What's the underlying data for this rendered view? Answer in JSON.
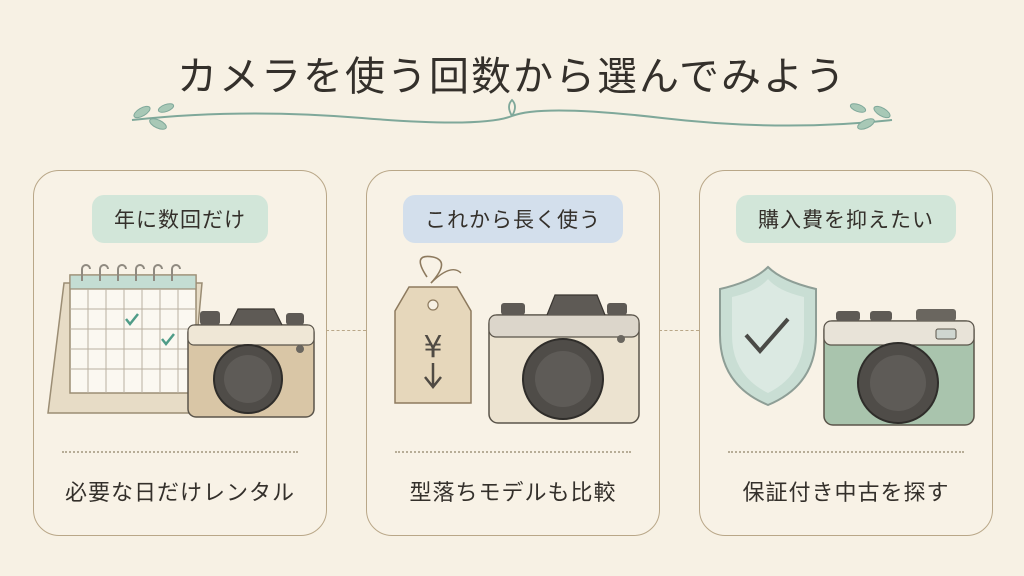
{
  "title": "カメラを使う回数から選んでみよう",
  "colors": {
    "background": "#f7f1e4",
    "border": "#b9a788",
    "tag_green": "#d2e6d9",
    "tag_blue": "#d3dfec",
    "camera_beige": "#d9c6a6",
    "camera_green": "#a9c4ad",
    "camera_cream": "#ece3d0"
  },
  "cards": [
    {
      "tag": "年に数回だけ",
      "illustration": "calendar-and-camera",
      "description": "必要な日だけレンタル"
    },
    {
      "tag": "これから長く使う",
      "illustration": "price-tag-and-camera",
      "price_symbol": "¥",
      "description": "型落ちモデルも比較"
    },
    {
      "tag": "購入費を抑えたい",
      "illustration": "shield-and-camera",
      "description": "保証付き中古を探す"
    }
  ]
}
